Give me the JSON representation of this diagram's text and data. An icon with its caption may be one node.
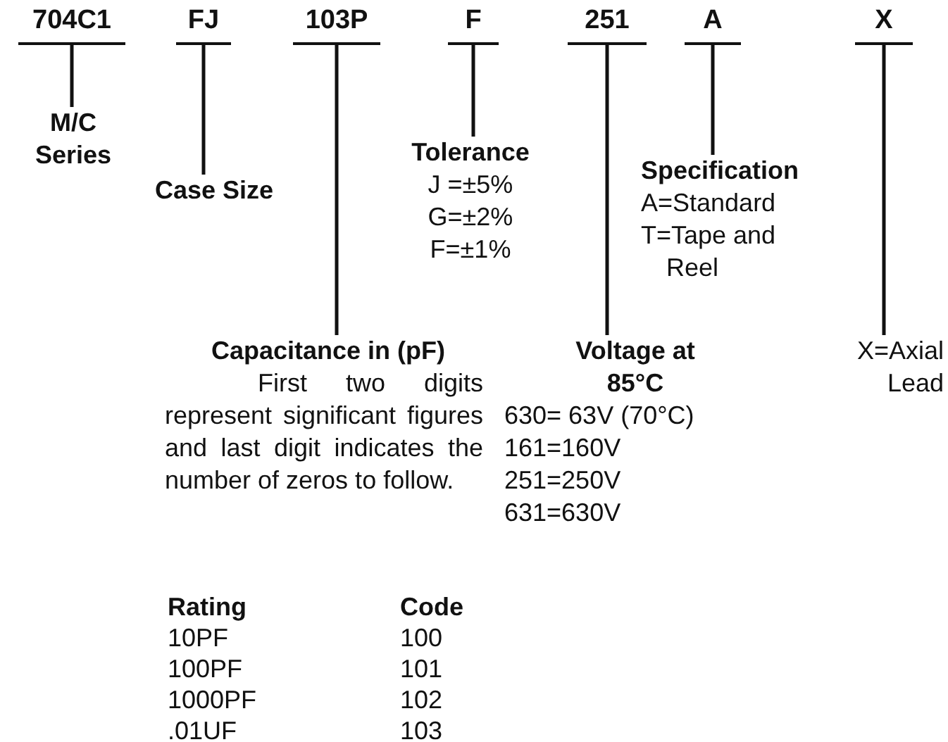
{
  "diagram": {
    "nodes": [
      {
        "text": [
          "704C1"
        ]
      },
      {
        "text": [
          "FJ"
        ]
      },
      {
        "text": [
          "103P"
        ]
      },
      {
        "text": [
          "F"
        ]
      },
      {
        "text": [
          "251"
        ]
      },
      {
        "text": [
          "A"
        ]
      },
      {
        "text": [
          "X"
        ]
      },
      {
        "text": [
          "M/C Series"
        ]
      },
      {
        "text": [
          "Case Size"
        ]
      },
      {
        "text": [
          "Tolerance",
          "J =±5%",
          "G=±2%",
          "F=±1%"
        ]
      },
      {
        "text": [
          "Specification",
          "A=Standard",
          "T=Tape and Reel"
        ]
      },
      {
        "text": [
          "Capacitance in (pF)",
          "First two digits represent significant figures and last digit indicates the number of zeros to follow."
        ]
      },
      {
        "text": [
          "Voltage at 85°C",
          "630= 63V (70°C)",
          "161=160V",
          "251=250V",
          "631=630V"
        ]
      },
      {
        "text": [
          "X=Axial Lead"
        ]
      }
    ],
    "edges": [
      {
        "from": 0,
        "to": 7,
        "arrow": "none"
      },
      {
        "from": 1,
        "to": 8,
        "arrow": "none"
      },
      {
        "from": 2,
        "to": 11,
        "arrow": "none"
      },
      {
        "from": 3,
        "to": 9,
        "arrow": "none"
      },
      {
        "from": 4,
        "to": 12,
        "arrow": "none"
      },
      {
        "from": 5,
        "to": 10,
        "arrow": "none"
      },
      {
        "from": 6,
        "to": 13,
        "arrow": "none"
      }
    ],
    "labels": [
      "Rating",
      "Code",
      "10PF",
      "100",
      "100PF",
      "101",
      "1000PF",
      "102",
      ".01UF",
      "103"
    ]
  }
}
